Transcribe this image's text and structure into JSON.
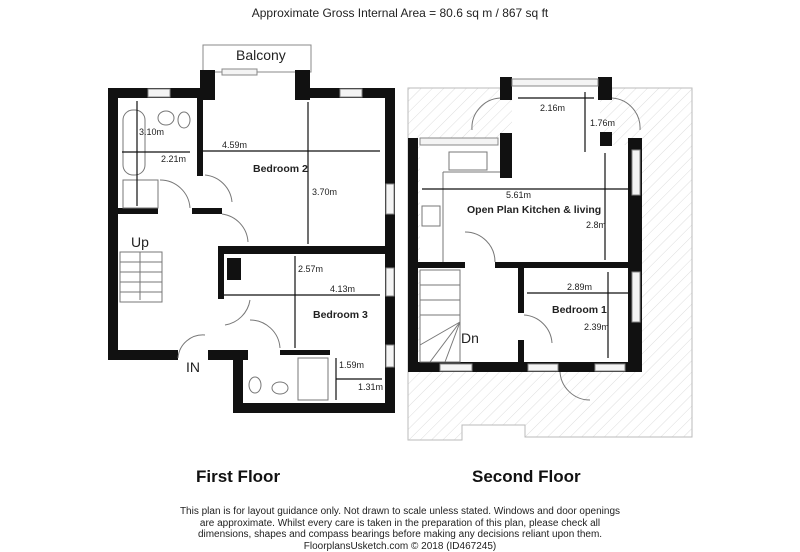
{
  "header": {
    "area": "Approximate Gross Internal Area = 80.6 sq m / 867 sq ft"
  },
  "first_floor": {
    "title": "First Floor",
    "labels": {
      "balcony": "Balcony",
      "bedroom2": "Bedroom 2",
      "bedroom3": "Bedroom 3",
      "up": "Up",
      "in": "IN"
    },
    "dims": {
      "bath_h": "3.10m",
      "bath_w": "2.21m",
      "bed2_w": "4.59m",
      "bed2_h": "3.70m",
      "bed3_h": "2.57m",
      "bed3_w": "4.13m",
      "ens_h": "1.59m",
      "ens_w": "1.31m"
    }
  },
  "second_floor": {
    "title": "Second Floor",
    "labels": {
      "kitchen": "Open Plan Kitchen & living",
      "bedroom1": "Bedroom 1",
      "dn": "Dn"
    },
    "dims": {
      "bay_w": "2.16m",
      "bay_h": "1.76m",
      "kit_w": "5.61m",
      "kit_h": "2.8m",
      "bed1_w": "2.89m",
      "bed1_h": "2.39m"
    }
  },
  "footer": {
    "line1": "This plan is for layout guidance only. Not drawn to scale unless stated. Windows and door openings",
    "line2": "are approximate. Whilst every care is taken in the preparation of this plan, please check all",
    "line3": "dimensions, shapes and compass bearings before making any decisions reliant upon them.",
    "line4": "FloorplansUsketch.com © 2018 (ID467245)"
  }
}
